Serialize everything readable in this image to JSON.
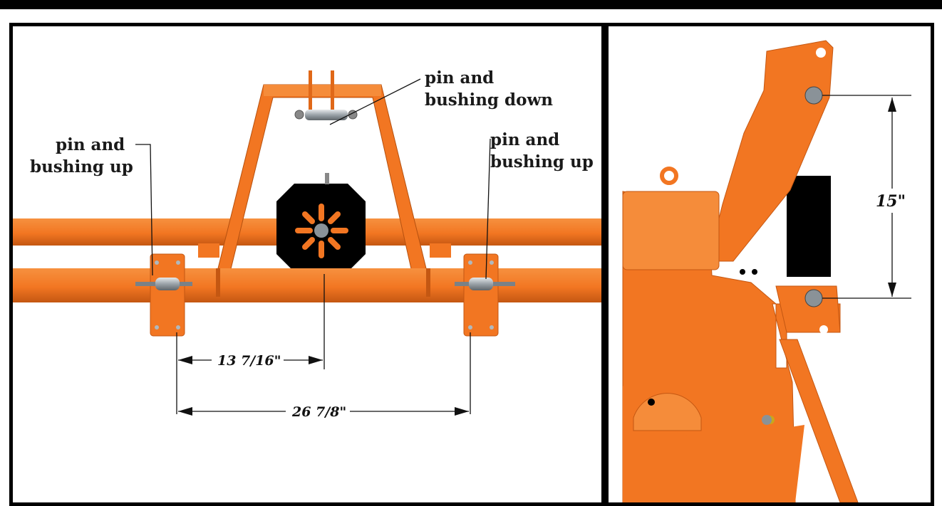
{
  "left_view": {
    "callouts": {
      "top": [
        "pin and",
        "bushing down"
      ],
      "left": [
        "pin and",
        "bushing up"
      ],
      "right": [
        "pin and",
        "bushing up"
      ]
    },
    "dimensions": {
      "center_offset": "13 7/16\"",
      "pin_spacing": "26 7/8\""
    }
  },
  "right_view": {
    "dimensions": {
      "vertical_spacing": "15\""
    }
  },
  "colors": {
    "frame_orange": "#f47a2a",
    "frame_shadow": "#c85a14",
    "gearbox_black": "#000000",
    "pin_steel": "#9aa2a8"
  }
}
